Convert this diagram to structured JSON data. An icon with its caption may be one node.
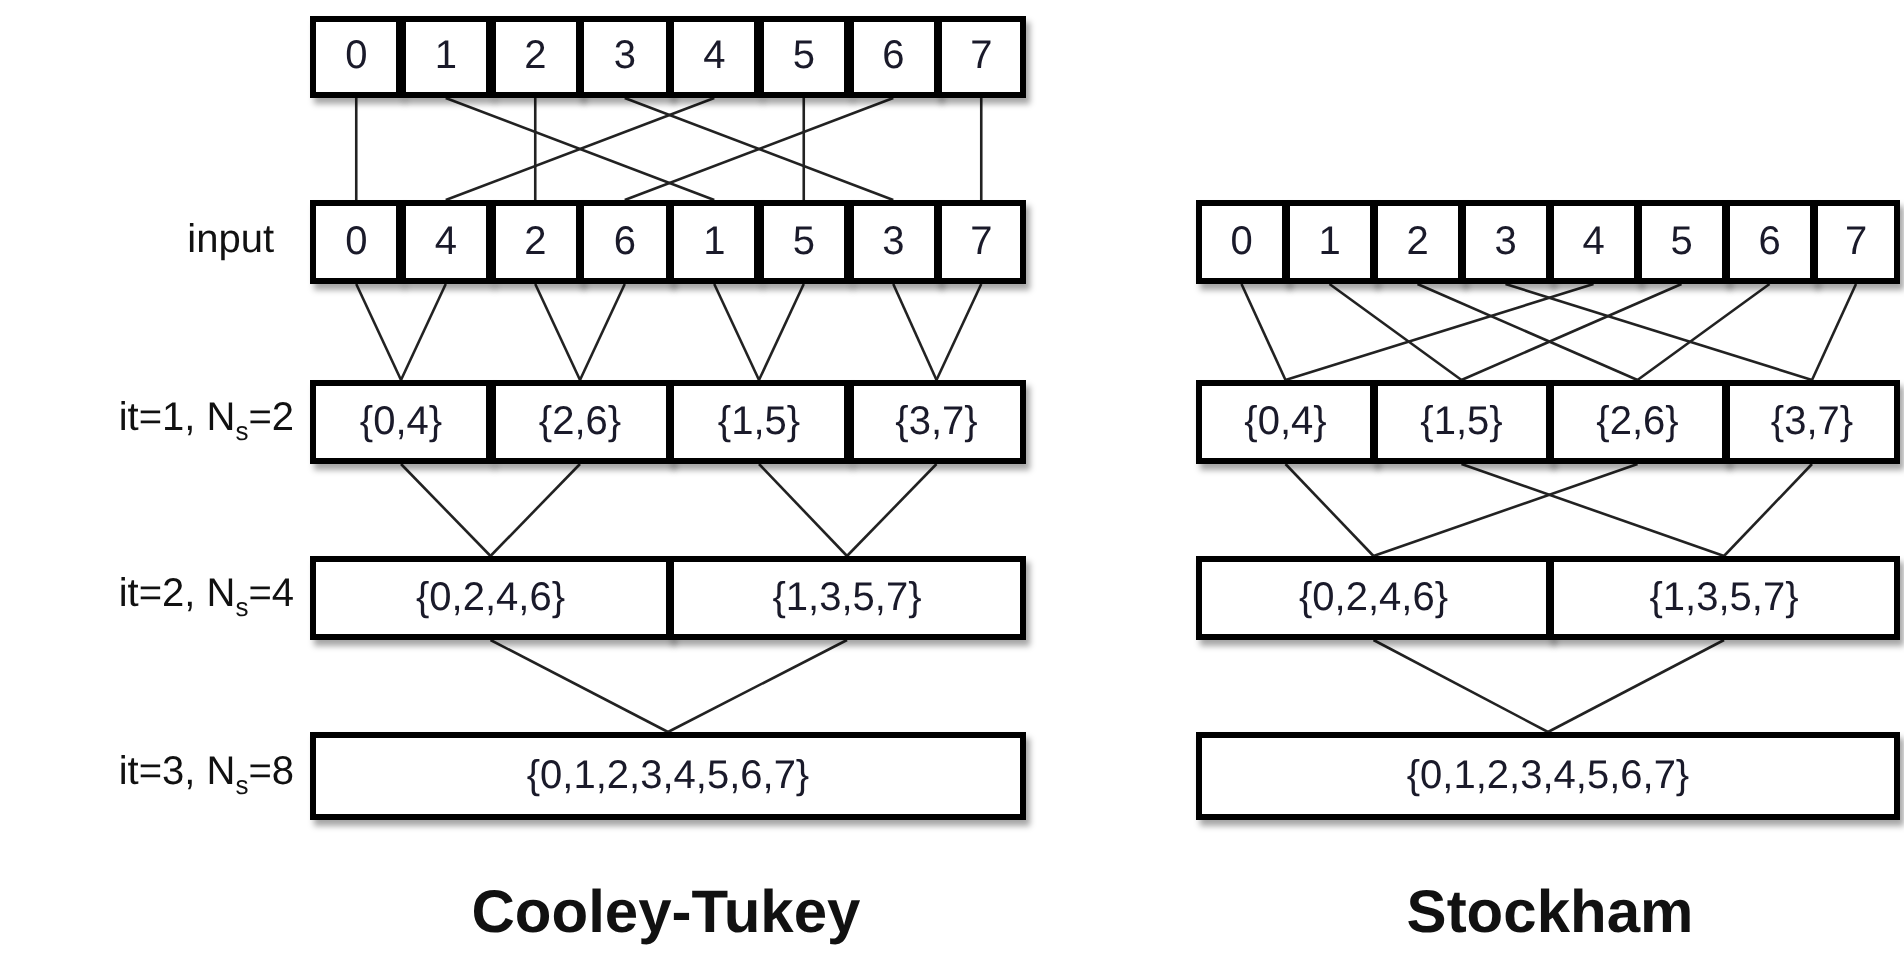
{
  "diagram": {
    "nodes": [
      {
        "text": [
          "0"
        ]
      },
      {
        "text": [
          "1"
        ]
      },
      {
        "text": [
          "2"
        ]
      },
      {
        "text": [
          "3"
        ]
      },
      {
        "text": [
          "4"
        ]
      },
      {
        "text": [
          "5"
        ]
      },
      {
        "text": [
          "6"
        ]
      },
      {
        "text": [
          "7"
        ]
      },
      {
        "text": [
          "0"
        ]
      },
      {
        "text": [
          "4"
        ]
      },
      {
        "text": [
          "2"
        ]
      },
      {
        "text": [
          "6"
        ]
      },
      {
        "text": [
          "1"
        ]
      },
      {
        "text": [
          "5"
        ]
      },
      {
        "text": [
          "3"
        ]
      },
      {
        "text": [
          "7"
        ]
      },
      {
        "text": [
          "{0,4}"
        ]
      },
      {
        "text": [
          "{2,6}"
        ]
      },
      {
        "text": [
          "{1,5}"
        ]
      },
      {
        "text": [
          "{3,7}"
        ]
      },
      {
        "text": [
          "{0,2,4,6}"
        ]
      },
      {
        "text": [
          "{1,3,5,7}"
        ]
      },
      {
        "text": [
          "{0,1,2,3,4,5,6,7}"
        ]
      },
      {
        "text": [
          "0"
        ]
      },
      {
        "text": [
          "1"
        ]
      },
      {
        "text": [
          "2"
        ]
      },
      {
        "text": [
          "3"
        ]
      },
      {
        "text": [
          "4"
        ]
      },
      {
        "text": [
          "5"
        ]
      },
      {
        "text": [
          "6"
        ]
      },
      {
        "text": [
          "7"
        ]
      },
      {
        "text": [
          "{0,4}"
        ]
      },
      {
        "text": [
          "{1,5}"
        ]
      },
      {
        "text": [
          "{2,6}"
        ]
      },
      {
        "text": [
          "{3,7}"
        ]
      },
      {
        "text": [
          "{0,2,4,6}"
        ]
      },
      {
        "text": [
          "{1,3,5,7}"
        ]
      },
      {
        "text": [
          "{0,1,2,3,4,5,6,7}"
        ]
      }
    ],
    "edges": [
      {
        "from": 0,
        "to": 8,
        "arrow": "none"
      },
      {
        "from": 1,
        "to": 12,
        "arrow": "none"
      },
      {
        "from": 2,
        "to": 10,
        "arrow": "none"
      },
      {
        "from": 3,
        "to": 14,
        "arrow": "none"
      },
      {
        "from": 4,
        "to": 9,
        "arrow": "none"
      },
      {
        "from": 5,
        "to": 13,
        "arrow": "none"
      },
      {
        "from": 6,
        "to": 11,
        "arrow": "none"
      },
      {
        "from": 7,
        "to": 15,
        "arrow": "none"
      },
      {
        "from": 8,
        "to": 16,
        "arrow": "none"
      },
      {
        "from": 9,
        "to": 16,
        "arrow": "none"
      },
      {
        "from": 10,
        "to": 17,
        "arrow": "none"
      },
      {
        "from": 11,
        "to": 17,
        "arrow": "none"
      },
      {
        "from": 12,
        "to": 18,
        "arrow": "none"
      },
      {
        "from": 13,
        "to": 18,
        "arrow": "none"
      },
      {
        "from": 14,
        "to": 19,
        "arrow": "none"
      },
      {
        "from": 15,
        "to": 19,
        "arrow": "none"
      },
      {
        "from": 16,
        "to": 20,
        "arrow": "none"
      },
      {
        "from": 17,
        "to": 20,
        "arrow": "none"
      },
      {
        "from": 18,
        "to": 21,
        "arrow": "none"
      },
      {
        "from": 19,
        "to": 21,
        "arrow": "none"
      },
      {
        "from": 20,
        "to": 22,
        "arrow": "none"
      },
      {
        "from": 21,
        "to": 22,
        "arrow": "none"
      },
      {
        "from": 23,
        "to": 31,
        "arrow": "none"
      },
      {
        "from": 27,
        "to": 31,
        "arrow": "none"
      },
      {
        "from": 24,
        "to": 32,
        "arrow": "none"
      },
      {
        "from": 28,
        "to": 32,
        "arrow": "none"
      },
      {
        "from": 25,
        "to": 33,
        "arrow": "none"
      },
      {
        "from": 29,
        "to": 33,
        "arrow": "none"
      },
      {
        "from": 26,
        "to": 34,
        "arrow": "none"
      },
      {
        "from": 30,
        "to": 34,
        "arrow": "none"
      },
      {
        "from": 31,
        "to": 35,
        "arrow": "none"
      },
      {
        "from": 33,
        "to": 35,
        "arrow": "none"
      },
      {
        "from": 32,
        "to": 36,
        "arrow": "none"
      },
      {
        "from": 34,
        "to": 36,
        "arrow": "none"
      },
      {
        "from": 35,
        "to": 37,
        "arrow": "none"
      },
      {
        "from": 36,
        "to": 37,
        "arrow": "none"
      }
    ],
    "labels": [
      "input",
      "it=1, N$_{s}$=2",
      "it=2, N$_{s}$=4",
      "it=3, N$_{s}$=8",
      "Cooley-Tukey",
      "Stockham"
    ]
  }
}
